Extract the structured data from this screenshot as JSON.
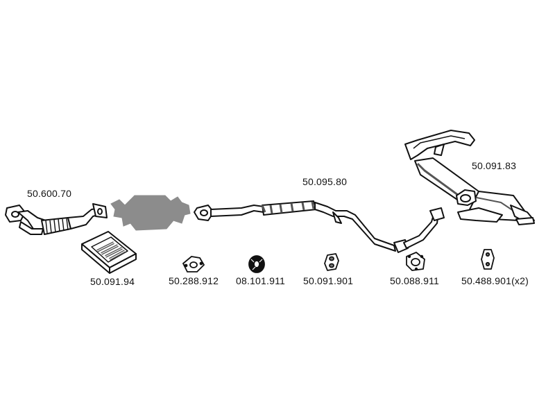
{
  "parts": [
    {
      "id": "front-pipe",
      "number": "50.600.70",
      "kind": "front pipe"
    },
    {
      "id": "catalytic-converter",
      "number": "",
      "kind": "catalytic converter"
    },
    {
      "id": "mounting-kit",
      "number": "50.091.94",
      "kind": "mounting kit"
    },
    {
      "id": "middle-silencer",
      "number": "50.095.80",
      "kind": "middle silencer"
    },
    {
      "id": "rear-silencer",
      "number": "50.091.83",
      "kind": "rear silencer"
    },
    {
      "id": "gasket",
      "number": "50.288.912",
      "kind": "gasket"
    },
    {
      "id": "rubber-mount",
      "number": "08.101.911",
      "kind": "rubber mount"
    },
    {
      "id": "hanger-rubber",
      "number": "50.091.901",
      "kind": "hanger rubber"
    },
    {
      "id": "flange-gasket",
      "number": "50.088.911",
      "kind": "flange gasket"
    },
    {
      "id": "rubber-strap",
      "number": "50.488.901(x2)",
      "kind": "rubber strap"
    }
  ],
  "colors": {
    "line": "#111111",
    "fill": "#ffffff",
    "shade": "#8a8a8a",
    "cat_fill": "#8c8c8c"
  }
}
